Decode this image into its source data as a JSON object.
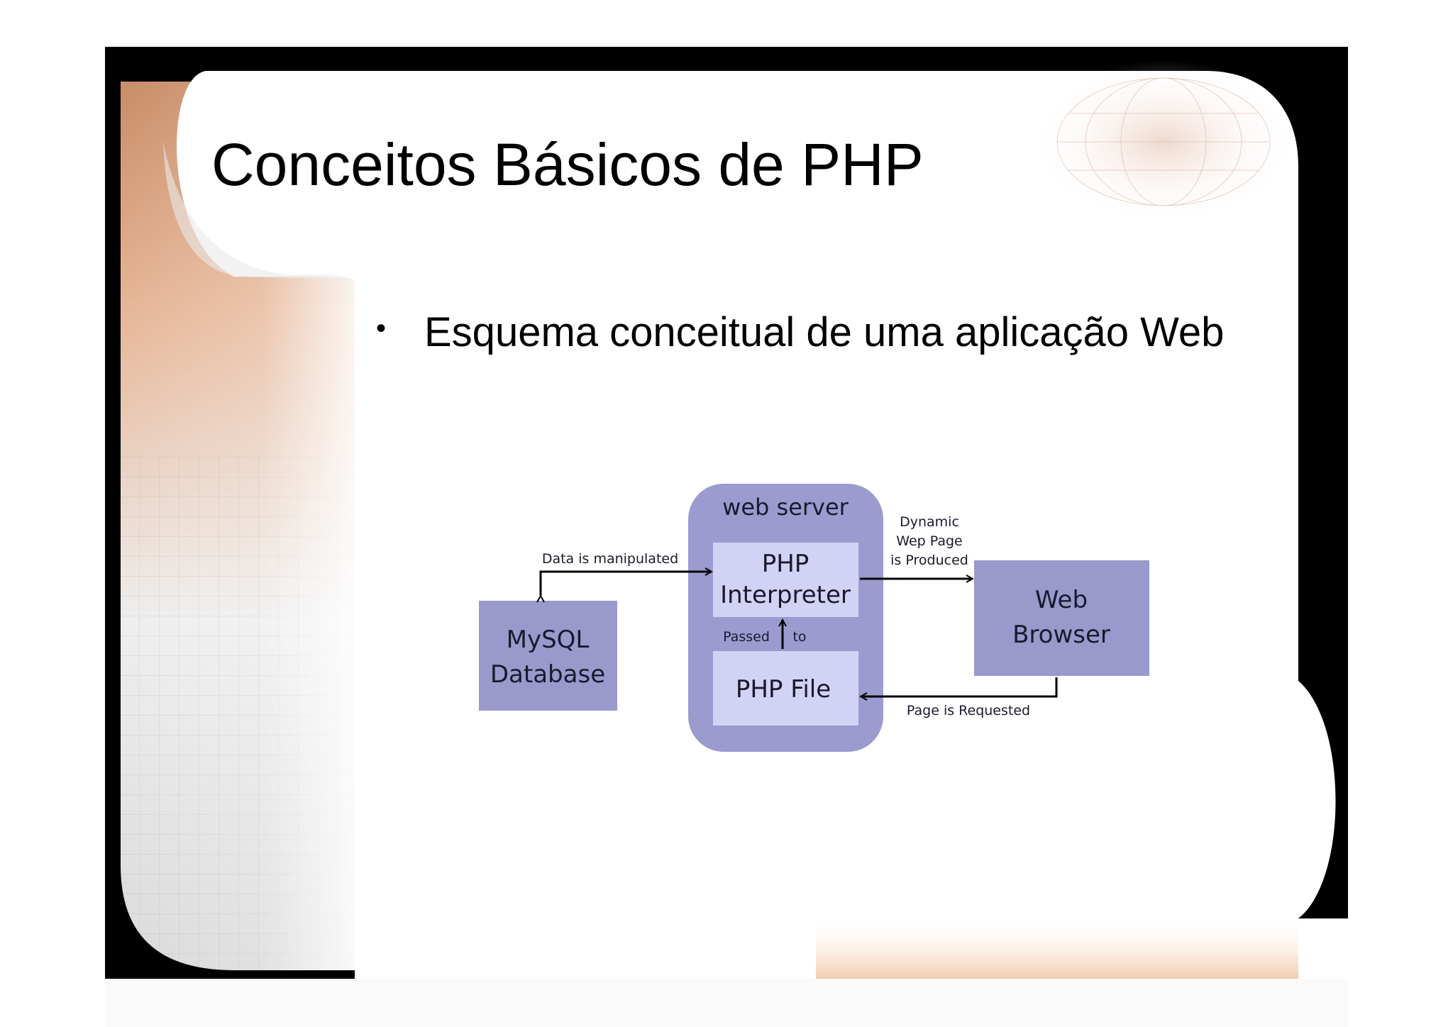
{
  "slide": {
    "title": "Conceitos Básicos de PHP",
    "bullet_marker": "•",
    "bullet_text": "Esquema conceitual de uma aplicação Web"
  },
  "diagram": {
    "container_label": "web server",
    "nodes": {
      "php_interpreter": [
        "PHP",
        "Interpreter"
      ],
      "php_file": "PHP File",
      "mysql": [
        "MySQL",
        "Database"
      ],
      "web_browser": [
        "Web",
        "Browser"
      ]
    },
    "edges": {
      "db_manipulated": "Data is manipulated",
      "passed": "Passed",
      "to": "to",
      "page_produced": [
        "Dynamic",
        "Wep Page",
        "is Produced"
      ],
      "page_requested": "Page is Requested"
    },
    "colors": {
      "container": "#9b9bcf",
      "box": "#9999cc",
      "inner_box": "#d2d2f4",
      "text": "#1a1a2e"
    }
  }
}
